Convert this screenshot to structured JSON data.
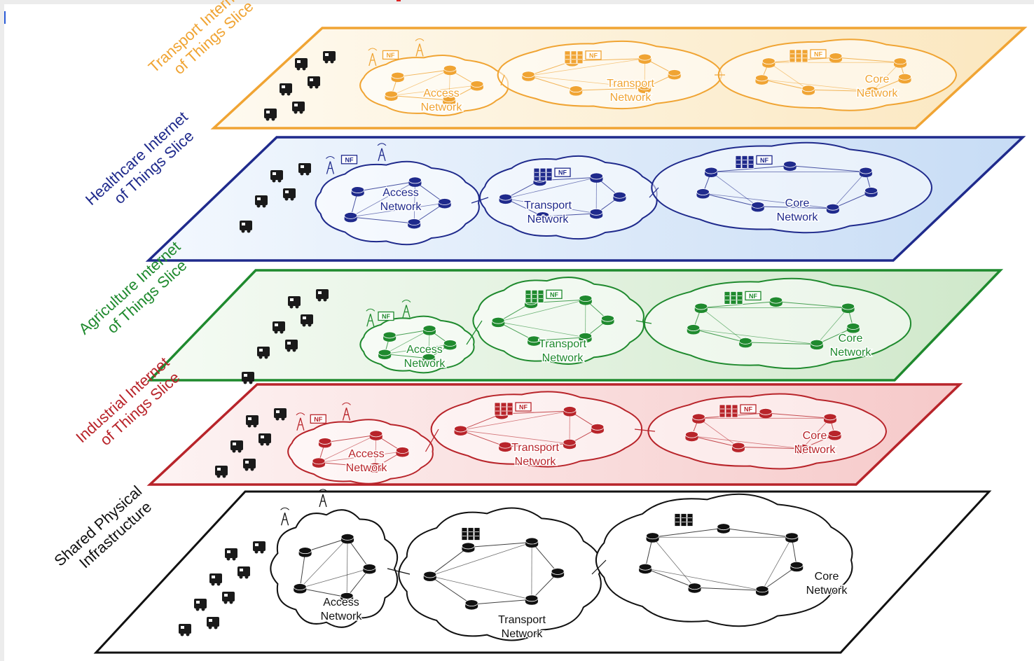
{
  "slices": [
    {
      "id": "transport",
      "title_line1": "Transport Internet",
      "title_line2": "of Things Slice",
      "color": "#f0a433",
      "fill": "#fdf3dd",
      "fill2": "#fbe7bf",
      "access_label_1": "Access",
      "access_label_2": "Network",
      "transport_label_1": "Transport",
      "transport_label_2": "Network",
      "core_label_1": "Core",
      "core_label_2": "Network",
      "nf_label": "NF",
      "icons": [
        "truck-icon",
        "ship-icon",
        "bus-icon",
        "car-icon",
        "drone-icon",
        "phone-icon"
      ]
    },
    {
      "id": "healthcare",
      "title_line1": "Healthcare Internet",
      "title_line2": "of Things Slice",
      "color": "#1f2a8c",
      "fill": "#e3eefb",
      "fill2": "#c7dcf5",
      "access_label_1": "Access",
      "access_label_2": "Network",
      "transport_label_1": "Transport",
      "transport_label_2": "Network",
      "core_label_1": "Core",
      "core_label_2": "Network",
      "nf_label": "NF",
      "icons": [
        "ambulance-icon",
        "doctor-icon",
        "scanner-icon",
        "hospital-bed-icon",
        "monitor-icon"
      ]
    },
    {
      "id": "agriculture",
      "title_line1": "Agriculture Internet",
      "title_line2": "of Things Slice",
      "color": "#1f8a2e",
      "fill": "#e6f3e3",
      "fill2": "#cfe8ca",
      "access_label_1": "Access",
      "access_label_2": "Network",
      "transport_label_1": "Transport",
      "transport_label_2": "Network",
      "core_label_1": "Core",
      "core_label_2": "Network",
      "nf_label": "NF",
      "icons": [
        "watering-can-icon",
        "tree-icon",
        "plant-icon",
        "sun-icon",
        "flower-icon",
        "barn-icon",
        "sprinkler-icon"
      ]
    },
    {
      "id": "industrial",
      "title_line1": "Industrial Internet",
      "title_line2": "of Things Slice",
      "color": "#b8242a",
      "fill": "#fbe3e3",
      "fill2": "#f6c9c9",
      "access_label_1": "Access",
      "access_label_2": "Network",
      "transport_label_1": "Transport",
      "transport_label_2": "Network",
      "core_label_1": "Core",
      "core_label_2": "Network",
      "nf_label": "NF",
      "icons": [
        "robot-arm-icon",
        "sensor-icon",
        "washer-icon",
        "camera-icon",
        "lamp-icon",
        "signal-icon"
      ]
    },
    {
      "id": "shared",
      "title_line1": "Shared Physical",
      "title_line2": "Infrastructure",
      "color": "#111111",
      "fill": "#ffffff",
      "fill2": "#ffffff",
      "access_label_1": "Access",
      "access_label_2": "Network",
      "transport_label_1": "Transport",
      "transport_label_2": "Network",
      "core_label_1": "Core",
      "core_label_2": "Network",
      "nf_label": "",
      "icons": [
        "building-icon",
        "satellite-icon",
        "factory-icon",
        "store-icon",
        "home-icon",
        "phone-icon",
        "bed-icon",
        "drone-icon"
      ]
    }
  ]
}
